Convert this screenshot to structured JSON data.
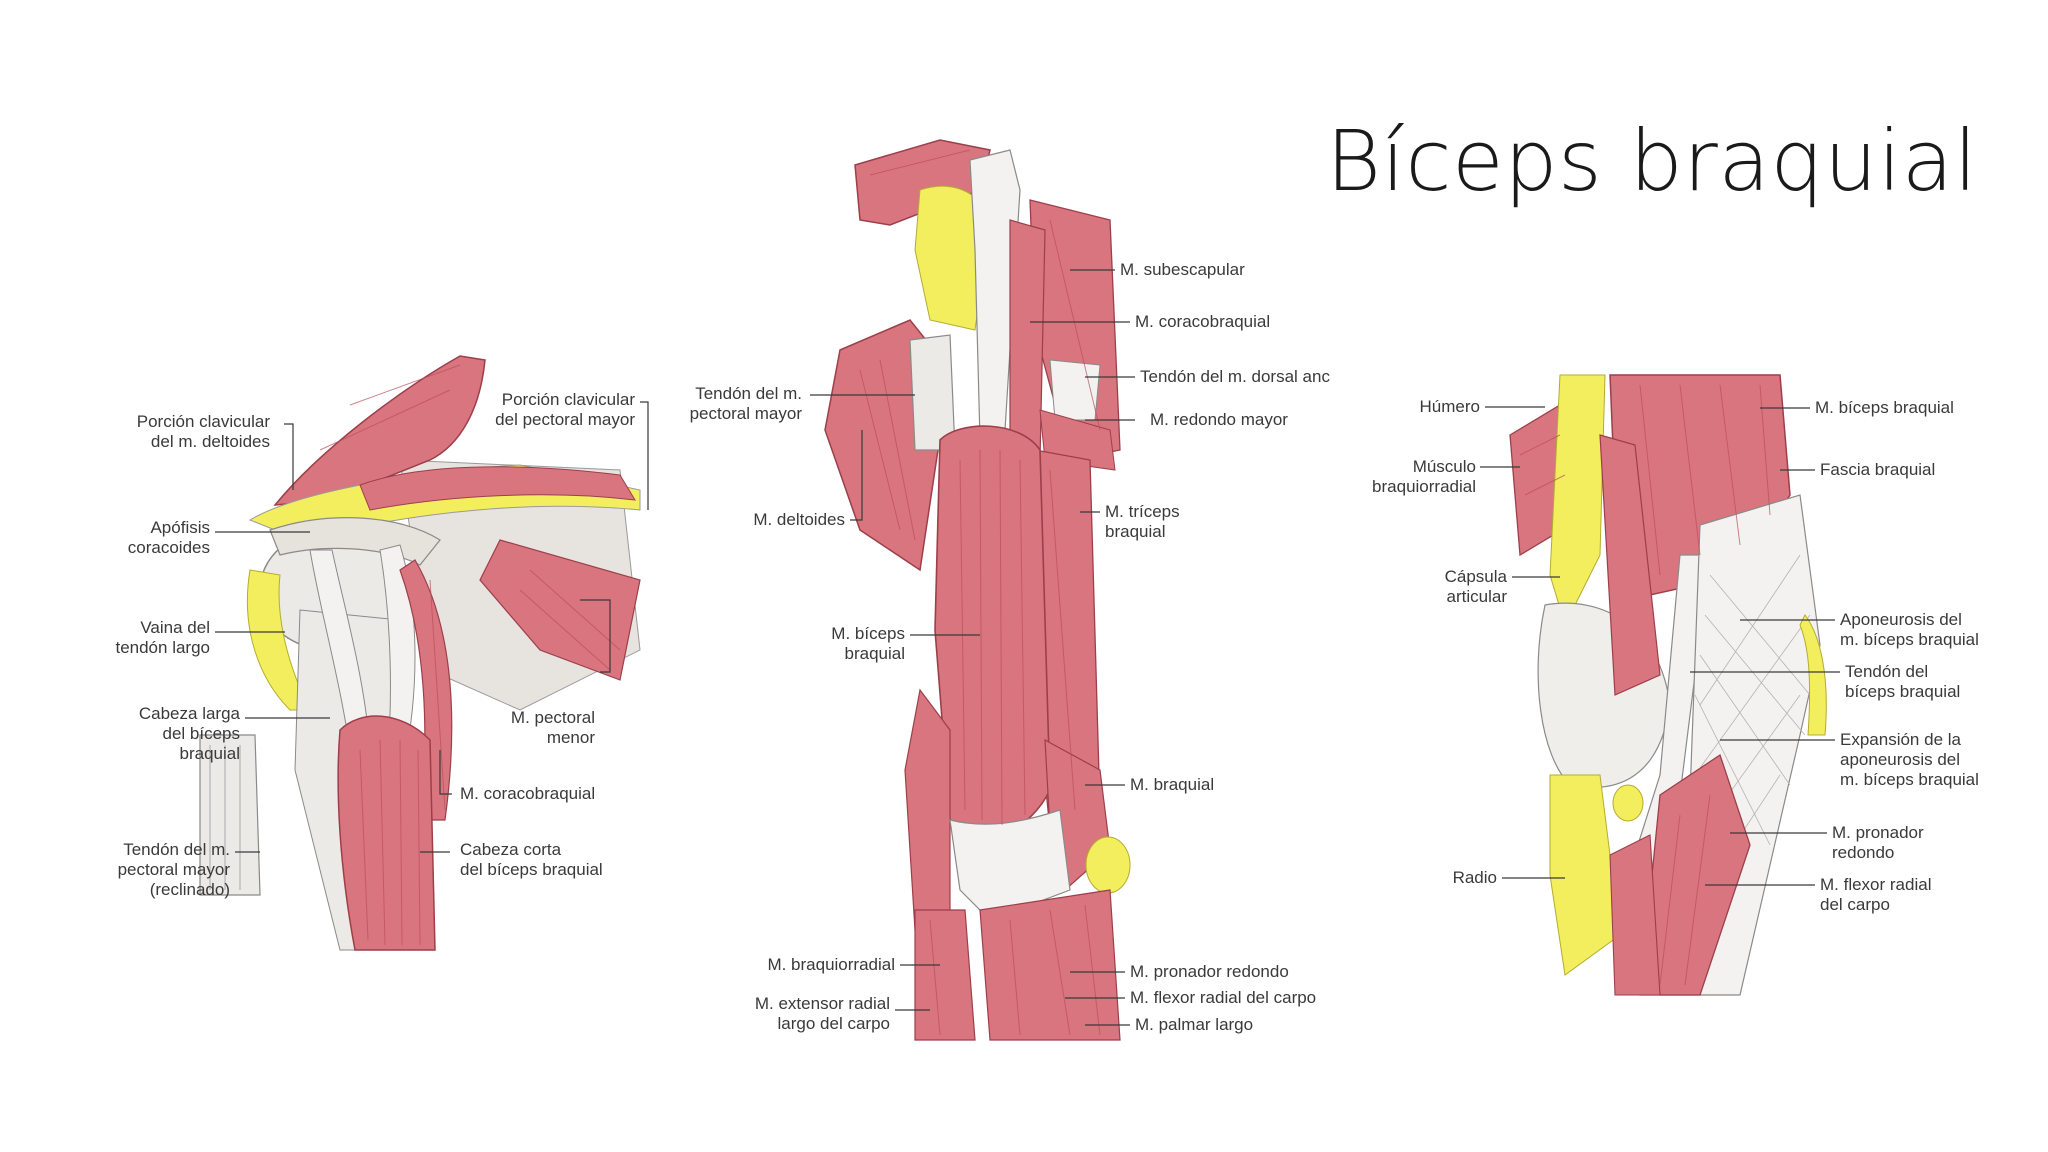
{
  "slide": {
    "title": "Bíceps braquial"
  },
  "colors": {
    "muscle": "#d9757e",
    "muscle_dark": "#b8505c",
    "muscle_light": "#ec9aa2",
    "fat": "#f3ee5e",
    "bone": "#eceae6",
    "tendon": "#f4f2f0",
    "line": "#3a3a3a"
  },
  "panel_left": {
    "labels": [
      "Porción clavicular\ndel m. deltoides",
      "Porción clavicular\ndel pectoral mayor",
      "Apófisis\ncoracoides",
      "Vaina del\ntendón largo",
      "M. pectoral\nmenor",
      "Cabeza larga\ndel bíceps\nbraquial",
      "M. coracobraquial",
      "Tendón del m.\npectoral mayor\n(reclinado)",
      "Cabeza corta\ndel bíceps braquial"
    ]
  },
  "panel_center": {
    "labels": [
      "M. subescapular",
      "M. coracobraquial",
      "Tendón del m. dorsal anc",
      "M. redondo mayor",
      "Tendón del m.\npectoral mayor",
      "M. deltoides",
      "M. tríceps\nbraquial",
      "M. bíceps\nbraquial",
      "M. braquial",
      "M. braquiorradial",
      "M. pronador redondo",
      "M. extensor radial\nlargo del carpo",
      "M. flexor radial del carpo",
      "M. palmar largo"
    ]
  },
  "panel_right": {
    "labels": [
      "Húmero",
      "M. bíceps braquial",
      "Músculo\nbraquiorradial",
      "Fascia braquial",
      "Cápsula\narticular",
      "Aponeurosis del\nm. bíceps braquial",
      "Tendón del\nbíceps braquial",
      "Expansión de la\naponeurosis del\nm. bíceps braquial",
      "M. pronador\nredondo",
      "Radio",
      "M. flexor radial\ndel carpo"
    ]
  }
}
